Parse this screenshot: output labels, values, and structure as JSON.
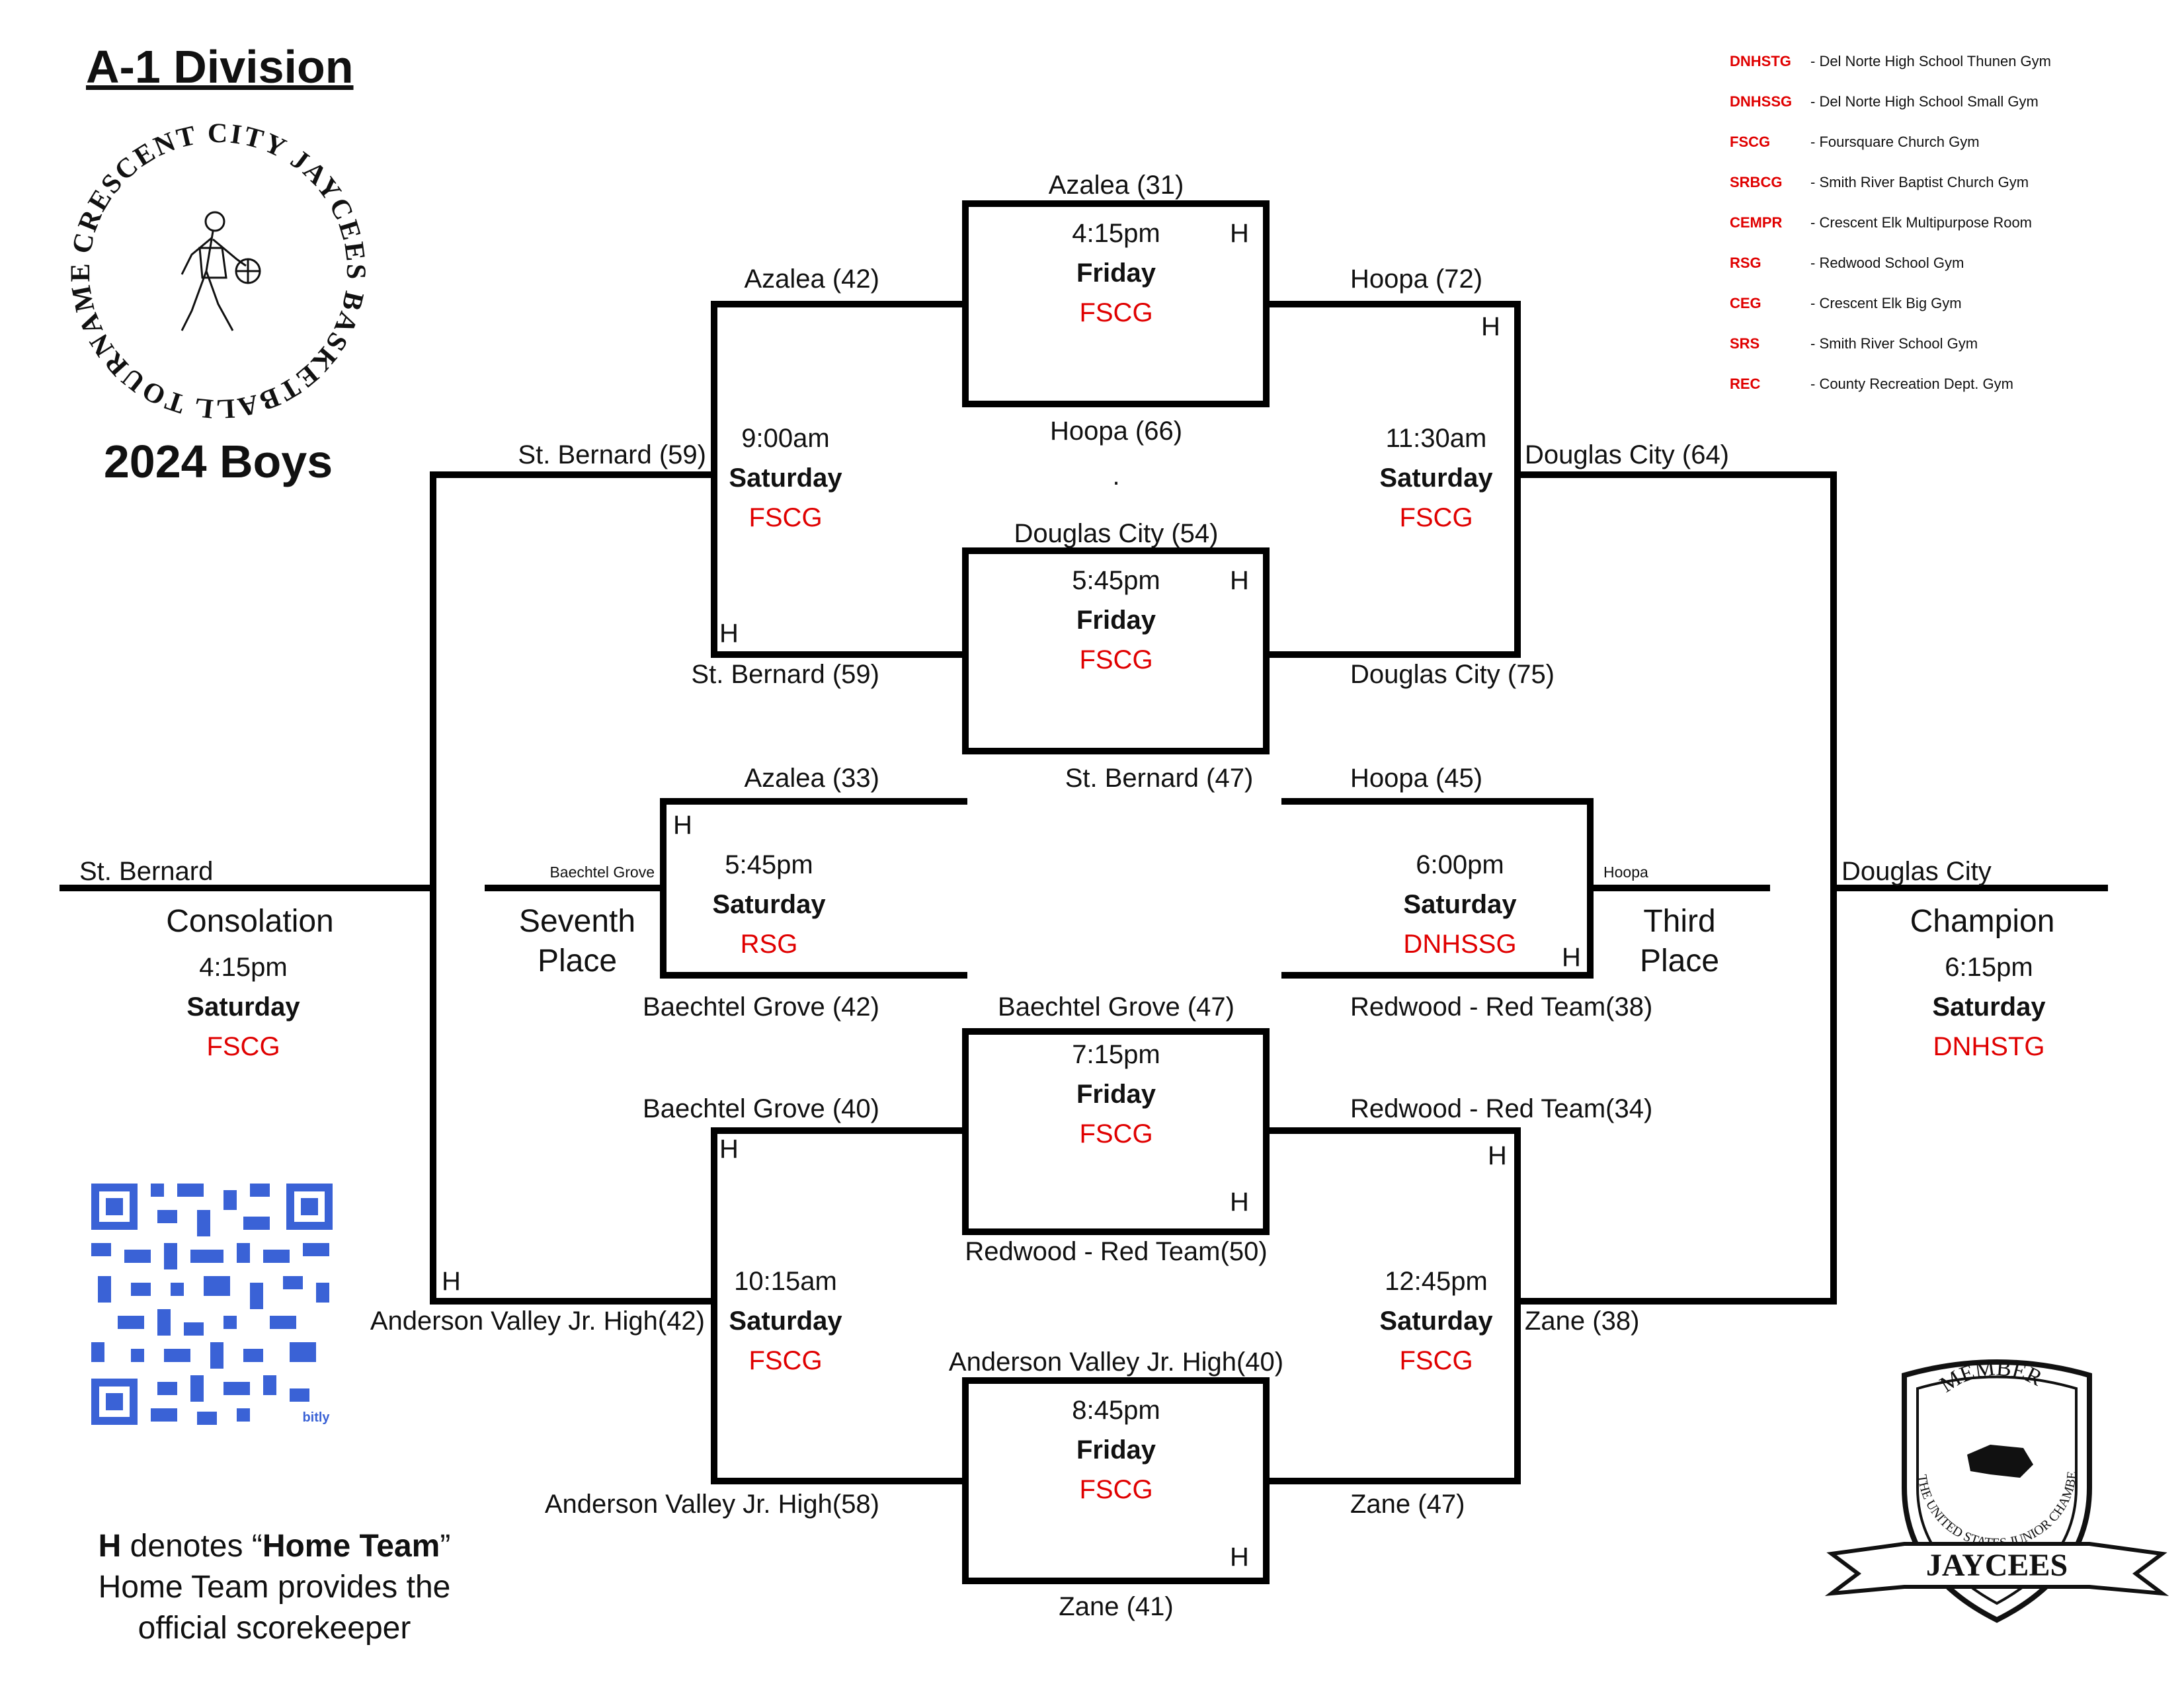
{
  "header": {
    "title": "A-1 Division",
    "subtitle": "2024 Boys",
    "logo_text": "CRESCENT CITY JAYCEES BASKETBALL TOURNAMENT"
  },
  "legend": [
    {
      "code": "DNHSTG",
      "desc": "- Del Norte High School Thunen Gym"
    },
    {
      "code": "DNHSSG",
      "desc": "- Del Norte High School Small Gym"
    },
    {
      "code": "FSCG",
      "desc": "- Foursquare Church Gym"
    },
    {
      "code": "SRBCG",
      "desc": "- Smith River Baptist Church Gym"
    },
    {
      "code": "CEMPR",
      "desc": "- Crescent Elk Multipurpose Room"
    },
    {
      "code": "RSG",
      "desc": "- Redwood School Gym"
    },
    {
      "code": "CEG",
      "desc": "- Crescent Elk Big Gym"
    },
    {
      "code": "SRS",
      "desc": "- Smith River School Gym"
    },
    {
      "code": "REC",
      "desc": "- County Recreation Dept. Gym"
    }
  ],
  "home_marker": "H",
  "dot": ".",
  "games": {
    "g1": {
      "top": "Azalea (31)",
      "bottom": "Hoopa (66)",
      "time": "4:15pm",
      "day": "Friday",
      "venue": "FSCG"
    },
    "g2": {
      "top": "Douglas City (54)",
      "bottom": "St. Bernard (47)",
      "time": "5:45pm",
      "day": "Friday",
      "venue": "FSCG"
    },
    "g3": {
      "top": "Baechtel Grove (47)",
      "bottom": "Redwood  - Red Team(50)",
      "time": "7:15pm",
      "day": "Friday",
      "venue": "FSCG"
    },
    "g4": {
      "top": "Anderson Valley Jr. High(40)",
      "bottom": "Zane (41)",
      "time": "8:45pm",
      "day": "Friday",
      "venue": "FSCG"
    },
    "lw": {
      "top": "Azalea (42)",
      "bottom": "St. Bernard (59)",
      "time": "9:00am",
      "day": "Saturday",
      "venue": "FSCG"
    },
    "rw": {
      "top": "Hoopa (72)",
      "bottom": "Douglas City (75)",
      "time": "11:30am",
      "day": "Saturday",
      "venue": "FSCG"
    },
    "lw2": {
      "top": "Baechtel Grove (40)",
      "bottom": "Anderson Valley Jr. High(58)",
      "time": "10:15am",
      "day": "Saturday",
      "venue": "FSCG"
    },
    "rw2": {
      "top": "Redwood  - Red Team(34)",
      "bottom": "Zane (47)",
      "time": "12:45pm",
      "day": "Saturday",
      "venue": "FSCG"
    },
    "seventh": {
      "top": "Azalea (33)",
      "bottom": "Baechtel Grove (42)",
      "time": "5:45pm",
      "day": "Saturday",
      "venue": "RSG",
      "winner": "Baechtel Grove",
      "label1": "Seventh",
      "label2": "Place"
    },
    "third": {
      "top": "Hoopa (45)",
      "bottom": "Redwood  - Red Team(38)",
      "time": "6:00pm",
      "day": "Saturday",
      "venue": "DNHSSG",
      "winner": "Hoopa",
      "label1": "Third",
      "label2": "Place"
    },
    "consolation": {
      "top": "St. Bernard (59)",
      "bottom": "Anderson Valley Jr. High(42)",
      "winner": "St. Bernard",
      "label": "Consolation",
      "time": "4:15pm",
      "day": "Saturday",
      "venue": "FSCG"
    },
    "champion": {
      "top": "Douglas City (64)",
      "bottom": "Zane (38)",
      "winner": "Douglas City",
      "label": "Champion",
      "time": "6:15pm",
      "day": "Saturday",
      "venue": "DNHSTG"
    }
  },
  "note": {
    "line1_marker": "H",
    "line1_mid": " denotes “",
    "line1_bold": "Home Team",
    "line1_end": "”",
    "line2": "Home Team provides the",
    "line3": "official scorekeeper"
  },
  "qr_brand": "bitly",
  "badge": {
    "top": "MEMBER",
    "text": "THE UNITED STATES JUNIOR CHAMBER OF COMMERCE",
    "banner": "JAYCEES"
  }
}
